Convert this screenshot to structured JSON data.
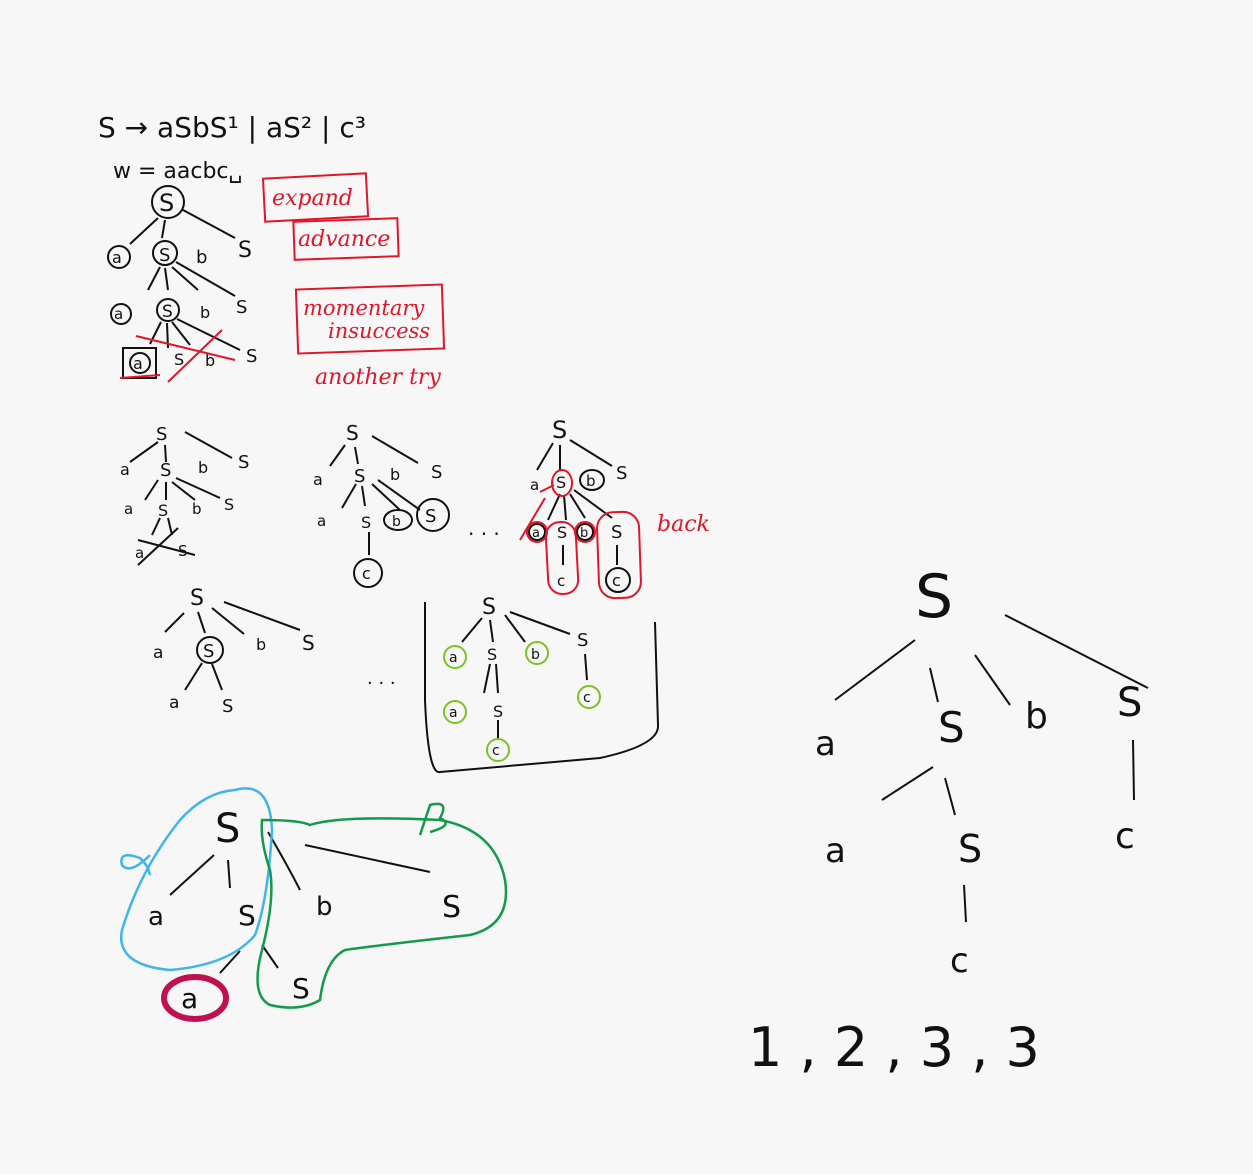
{
  "colors": {
    "background": "#f7f7f7",
    "ink": "#111111",
    "red": "#e0162b",
    "green": "#7cc224",
    "dark_green": "#139b4b",
    "cyan": "#3fb5ea",
    "crimson": "#c0104f"
  },
  "grammar": {
    "rule": "S → aSbS¹ | aS² | c³",
    "input": "w = aacbc␣"
  },
  "annotations": {
    "expand": "expand",
    "advance": "advance",
    "momentary": "momentary",
    "insuccess": "insuccess",
    "another_try": "another try",
    "back": "back",
    "alpha": "α",
    "beta": "β"
  },
  "derivation_sequence": "1 , 2 , 3 , 3",
  "trees": {
    "backtrack": {
      "nodes": [
        "S",
        "a",
        "S",
        "b",
        "S",
        "a",
        "S",
        "b",
        "S",
        "a",
        "S",
        "b",
        "S"
      ]
    },
    "final_parse_tree": {
      "nodes": [
        "S",
        "a",
        "S",
        "b",
        "S",
        "a",
        "S",
        "c",
        "c"
      ]
    }
  }
}
